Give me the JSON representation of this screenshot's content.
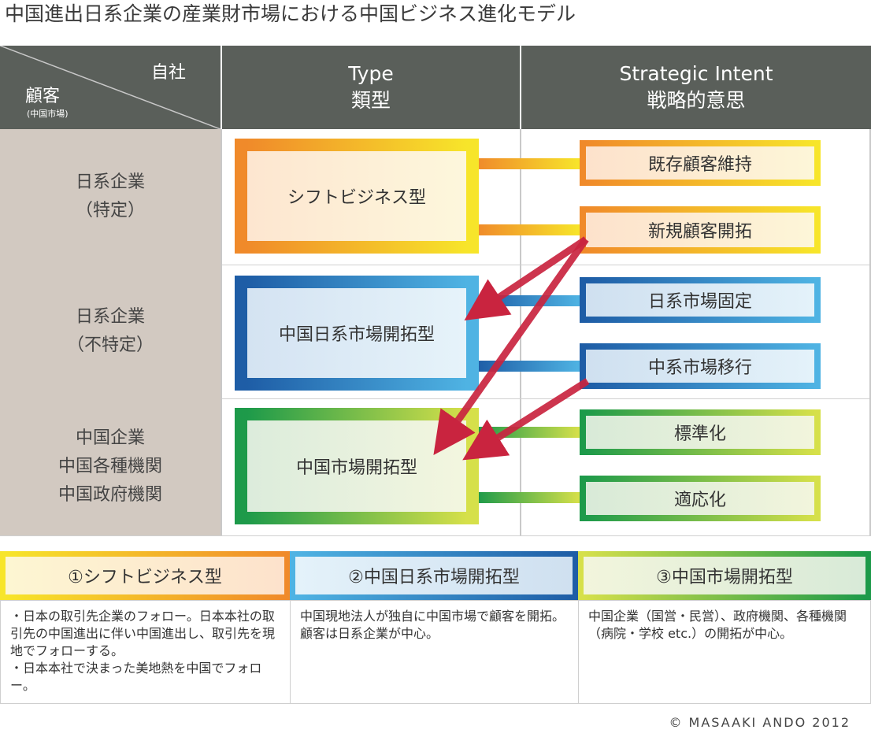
{
  "title": "中国進出日系企業の産業財市場における中国ビジネス進化モデル",
  "header": {
    "own_company": "自社",
    "customer": "顧客",
    "customer_note": "(中国市場)",
    "type_en": "Type",
    "type_ja": "類型",
    "intent_en": "Strategic Intent",
    "intent_ja": "戦略的意思"
  },
  "rows": [
    {
      "customer_lines": [
        "日系企業",
        "（特定）"
      ],
      "type_label": "シフトビジネス型",
      "intents": [
        "既存顧客維持",
        "新規顧客開拓"
      ]
    },
    {
      "customer_lines": [
        "日系企業",
        "（不特定）"
      ],
      "type_label": "中国日系市場開拓型",
      "intents": [
        "日系市場固定",
        "中系市場移行"
      ]
    },
    {
      "customer_lines": [
        "中国企業",
        "中国各種機関",
        "中国政府機関"
      ],
      "type_label": "中国市場開拓型",
      "intents": [
        "標準化",
        "適応化"
      ]
    }
  ],
  "colors": {
    "header_bg": "#5a5f5a",
    "customer_bg": "#d2c9c1",
    "arrow": "#c9243f"
  },
  "legend": [
    {
      "heading": "①シフトビジネス型",
      "desc": "・日本の取引先企業のフォロー。日本本社の取引先の中国進出に伴い中国進出し、取引先を現地でフォローする。\n・日本本社で決まった美地熱を中国でフォロー。"
    },
    {
      "heading": "②中国日系市場開拓型",
      "desc": "中国現地法人が独自に中国市場で顧客を開拓。顧客は日系企業が中心。"
    },
    {
      "heading": "③中国市場開拓型",
      "desc": "中国企業（国営・民営）、政府機関、各種機関（病院・学校 etc.）の開拓が中心。"
    }
  ],
  "copyright": "© MASAAKI ANDO 2012"
}
